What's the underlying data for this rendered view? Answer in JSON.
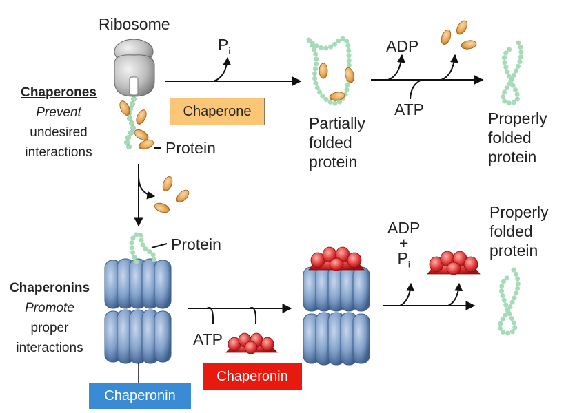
{
  "labels": {
    "ribosome": "Ribosome",
    "pi": "P",
    "pi_sub": "i",
    "adp_top": "ADP",
    "atp_top": "ATP",
    "partially_folded": [
      "Partially",
      "folded",
      "protein"
    ],
    "properly_folded_top": [
      "Properly",
      "folded",
      "protein"
    ],
    "protein_top": "Protein",
    "protein_mid": "Protein",
    "adp_bottom": "ADP",
    "plus": "+",
    "pi_bottom": "P",
    "pi_bottom_sub": "i",
    "atp_bottom": "ATP",
    "properly_folded_bottom": [
      "Properly",
      "folded",
      "protein"
    ]
  },
  "chaperones_side": {
    "title": "Chaperones",
    "subtitle": "Prevent",
    "lines": [
      "undesired",
      "interactions"
    ]
  },
  "chaperonins_side": {
    "title": "Chaperonins",
    "subtitle": "Promote",
    "lines": [
      "proper",
      "interactions"
    ]
  },
  "boxes": {
    "chaperone": "Chaperone",
    "chaperonin_red": "Chaperonin",
    "chaperonin_blue": "Chaperonin"
  },
  "colors": {
    "chaperone_box": "#fbc676",
    "chaperonin_red_box": "#e8190f",
    "chaperonin_blue_box": "#3a8bd6",
    "protein_bead": "#a6dbb8",
    "barrel_blue": "#7f9fc8",
    "cap_red": "#e03a3a",
    "chaperone_oval": "#e6a24f"
  }
}
